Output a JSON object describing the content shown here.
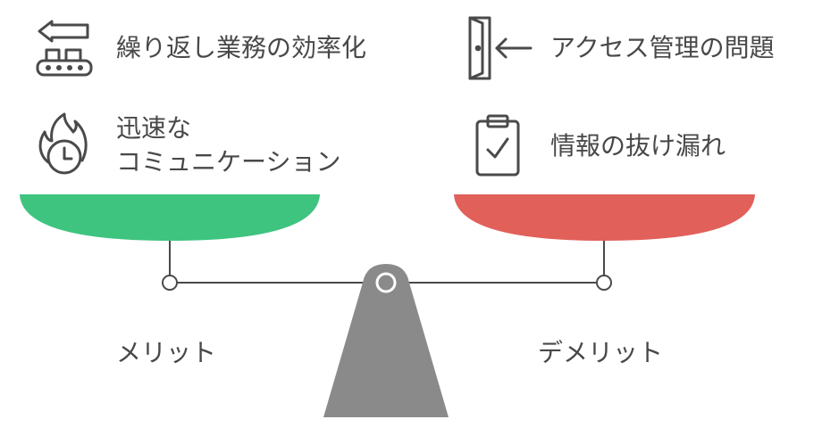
{
  "left": {
    "items": [
      {
        "label": "繰り返し業務の効率化",
        "icon": "conveyor-belt-icon"
      },
      {
        "label_line1": "迅速な",
        "label_line2": "コミュニケーション",
        "icon": "fire-clock-icon"
      }
    ],
    "caption": "メリット",
    "pan_color": "#3ec47f"
  },
  "right": {
    "items": [
      {
        "label": "アクセス管理の問題",
        "icon": "door-enter-icon"
      },
      {
        "label": "情報の抜け漏れ",
        "icon": "clipboard-check-icon"
      }
    ],
    "caption": "デメリット",
    "pan_color": "#e2605a"
  },
  "colors": {
    "beam": "#4a4a4a",
    "stand": "#8a8a8a",
    "icon": "#4a4a4a"
  }
}
